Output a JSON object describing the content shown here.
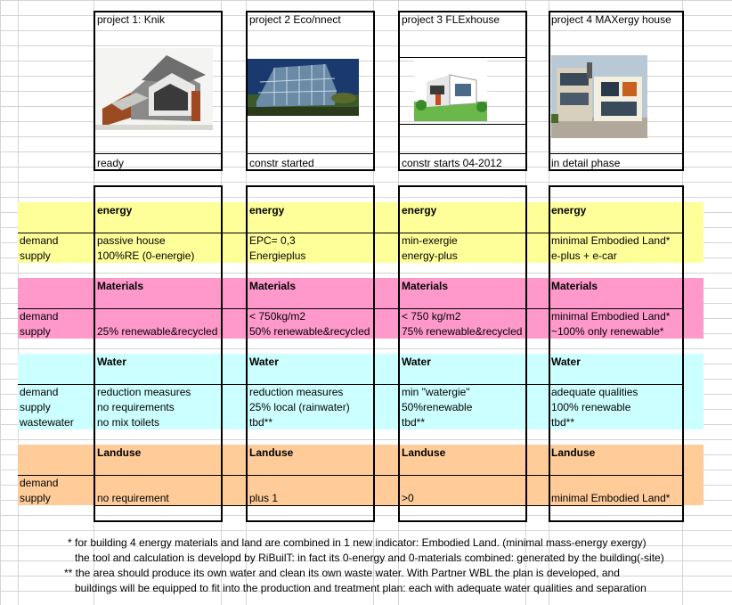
{
  "colors": {
    "energy": "#ffff99",
    "materials": "#ff99cc",
    "water": "#ccffff",
    "landuse": "#ffcc99"
  },
  "projects": [
    {
      "title": "project 1: Knik",
      "status": "ready",
      "image": "modern-house-photo"
    },
    {
      "title": "project 2 Eco/nnect",
      "status": "constr started",
      "image": "glass-building-photo"
    },
    {
      "title": "project 3 FLExhouse",
      "status": "constr starts 04-2012",
      "image": "white-house-render"
    },
    {
      "title": "project 4 MAXergy house",
      "status": "in detail phase",
      "image": "orange-house-photo"
    }
  ],
  "sections": {
    "energy": {
      "heading": "energy",
      "rows": [
        {
          "label": "demand",
          "values": [
            "passive house",
            "EPC= 0,3",
            "min-exergie",
            "minimal Embodied Land*"
          ]
        },
        {
          "label": "supply",
          "values": [
            "100%RE (0-energie)",
            "Energieplus",
            "energy-plus",
            "e-plus + e-car"
          ]
        }
      ]
    },
    "materials": {
      "heading": "Materials",
      "rows": [
        {
          "label": "demand",
          "values": [
            "",
            "< 750kg/m2",
            "< 750 kg/m2",
            "minimal Embodied Land*"
          ]
        },
        {
          "label": "supply",
          "values": [
            "25% renewable&recycled",
            "50% renewable&recycled",
            "75% renewable&recycled",
            "~100% only renewable*"
          ]
        }
      ]
    },
    "water": {
      "heading": "Water",
      "rows": [
        {
          "label": "demand",
          "values": [
            "reduction measures",
            "reduction measures",
            "min \"watergie\"",
            "adequate qualities"
          ]
        },
        {
          "label": "supply",
          "values": [
            "no requirements",
            "25% local (rainwater)",
            "50%renewable",
            "100% renewable"
          ]
        },
        {
          "label": "wastewater",
          "values": [
            "no mix toilets",
            "tbd**",
            "tbd**",
            "tbd**"
          ]
        }
      ]
    },
    "landuse": {
      "heading": "Landuse",
      "rows": [
        {
          "label": "demand",
          "values": [
            "",
            "",
            "",
            ""
          ]
        },
        {
          "label": "supply",
          "values": [
            "no requirement",
            "plus 1",
            ">0",
            "minimal Embodied Land*"
          ]
        }
      ]
    }
  },
  "notes": [
    "* for building 4 energy materials and land  are combined in 1 new indicator: Embodied Land. (minimal mass-energy exergy)",
    "  the tool and calculation is developd by RiBuilT: in fact its 0-energy and 0-materials combined: generated by the building(-site)",
    "** the  area should produce its own water and clean its own waste water. With Partner WBL the plan is developed, and",
    "  buildings will be equipped to fit into the production and treatment plan: each with adequate water qualities and separation"
  ]
}
